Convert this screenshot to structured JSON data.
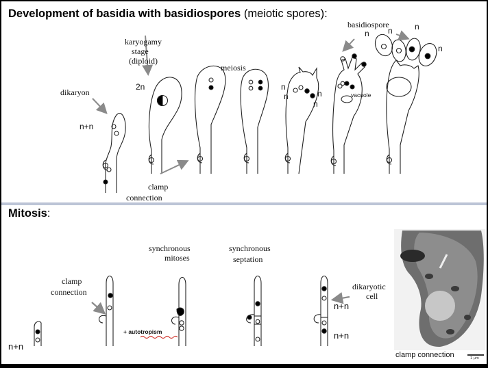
{
  "title_top": {
    "bold_text": "Development of basidia with basidiospores",
    "normal_text": " (meiotic spores):"
  },
  "title_bottom": {
    "bold_text": "Mitosis",
    "normal_text": ":"
  },
  "top_labels": {
    "dikaryon": "dikaryon",
    "karyogamy_line1": "karyogamy",
    "karyogamy_line2": "stage",
    "karyogamy_line3": "(diploid)",
    "meiosis": "meiosis",
    "clamp_line1": "clamp",
    "clamp_line2": "connection",
    "basidiospore": "basidiospore",
    "vacuole": "vacuole",
    "n_plus_n": "n+n",
    "two_n": "2n",
    "n": "n"
  },
  "bottom_labels": {
    "n_plus_n": "n+n",
    "clamp_line1": "clamp",
    "clamp_line2": "connection",
    "sync_mitoses_line1": "synchronous",
    "sync_mitoses_line2": "mitoses",
    "sync_septation_line1": "synchronous",
    "sync_septation_line2": "septation",
    "dikaryotic_line1": "dikaryotic",
    "dikaryotic_line2": "cell",
    "autotropism": "+ autotropism",
    "clamp_connection_caption": "clamp connection",
    "scale_label": "1 μm"
  },
  "colors": {
    "arrow": "#8a8a8a",
    "nucleus_fill": "#000000",
    "divider": "#bcc4d6",
    "autotropism_wave": "#d0342c"
  }
}
